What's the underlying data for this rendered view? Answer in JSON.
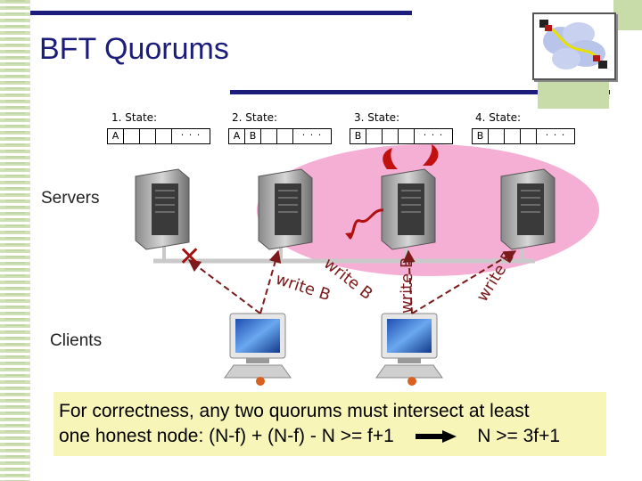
{
  "slide": {
    "title": "BFT Quorums"
  },
  "states": [
    {
      "label": "1. State:",
      "cells": [
        "A",
        "",
        "",
        ""
      ],
      "ellipsis": "· · ·"
    },
    {
      "label": "2. State:",
      "cells": [
        "A",
        "B",
        "",
        ""
      ],
      "ellipsis": "· · ·"
    },
    {
      "label": "3. State:",
      "cells": [
        "B",
        "",
        "",
        ""
      ],
      "ellipsis": "· · ·"
    },
    {
      "label": "4. State:",
      "cells": [
        "B",
        "",
        "",
        ""
      ],
      "ellipsis": "· · ·"
    }
  ],
  "labels": {
    "servers": "Servers",
    "clients": "Clients",
    "write_1": "write B",
    "write_2": "write B",
    "write_3": "write B",
    "write_4": "write B",
    "failed_mark": "✕"
  },
  "caption": {
    "line1": "For correctness, any two quorums must intersect at least",
    "line2_left": "one honest node: (N-f) + (N-f) - N >= f+1",
    "line2_right": "N >= 3f+1"
  },
  "colors": {
    "title": "#1c1c7a",
    "quorum_ellipse": "#f4a6d0",
    "arrow": "#7a1a1a",
    "failed_mark": "#a01010",
    "caption_bg": "#f7f6b8"
  },
  "icons": {
    "malicious_server": "devil-horns-icon",
    "logo": "network-logo-icon"
  }
}
